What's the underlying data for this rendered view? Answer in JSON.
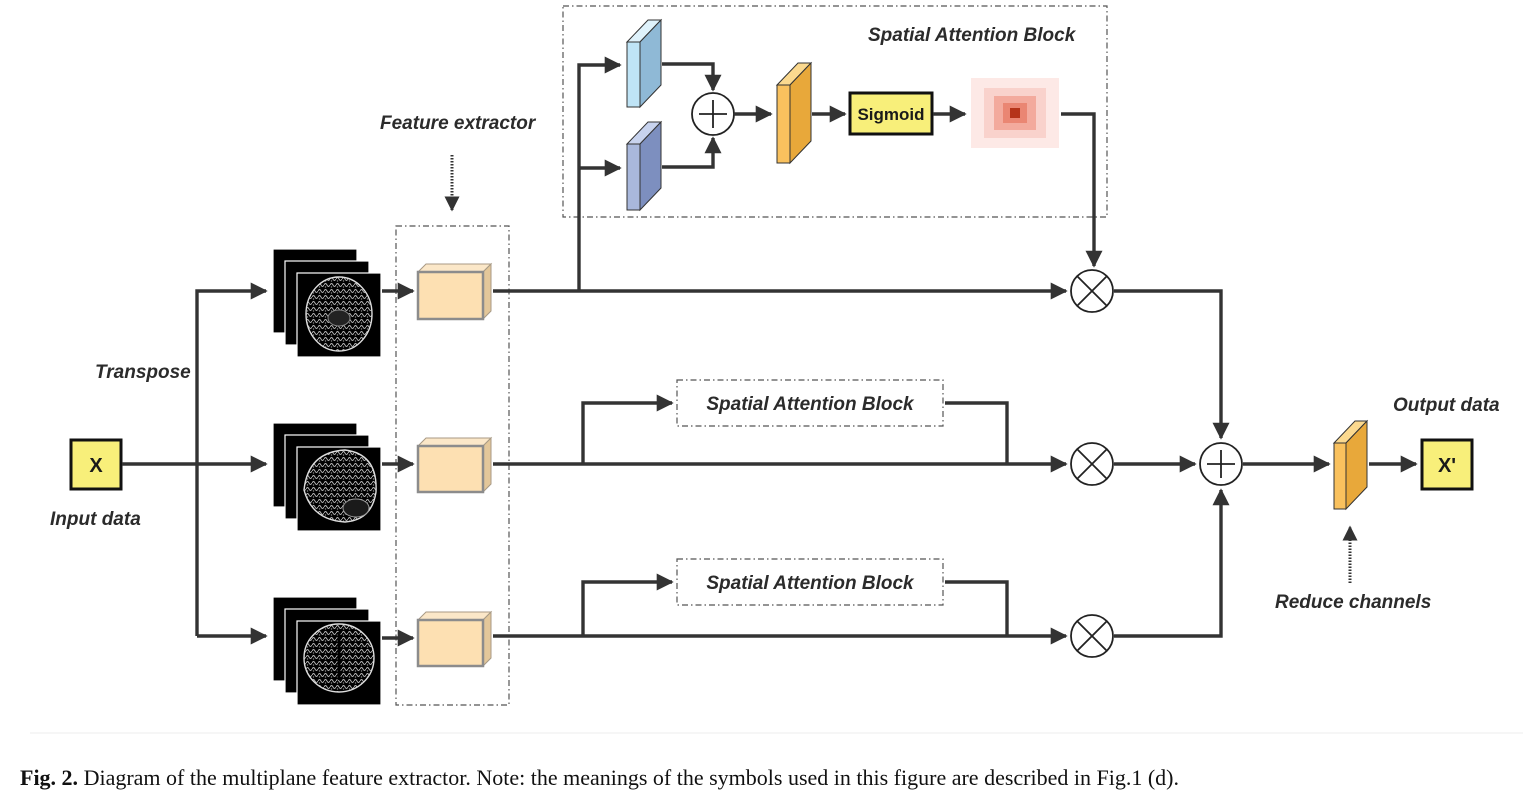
{
  "labels": {
    "input_symbol": "X",
    "input_caption": "Input data",
    "output_symbol": "X'",
    "output_caption": "Output data",
    "transpose": "Transpose",
    "feature_extractor": "Feature extractor",
    "reduce_channels": "Reduce channels",
    "sigmoid": "Sigmoid",
    "sab_title": "Spatial Attention Block",
    "sab_small_1": "Spatial Attention Block",
    "sab_small_2": "Spatial Attention Block"
  },
  "caption": {
    "prefix": "Fig. 2.",
    "text": " Diagram of the multiplane feature extractor. Note: the meanings of the symbols used in this figure are described in Fig.1 (d)."
  },
  "colors": {
    "xbox_fill": "#f8ef7a",
    "feature_box_fill": "#fde0b2",
    "conv_light_blue": "#bfe4f6",
    "conv_dark_blue": "#a9b8dc",
    "conv_orange": "#f9c15e",
    "heatmap_center": "#b5341a"
  }
}
